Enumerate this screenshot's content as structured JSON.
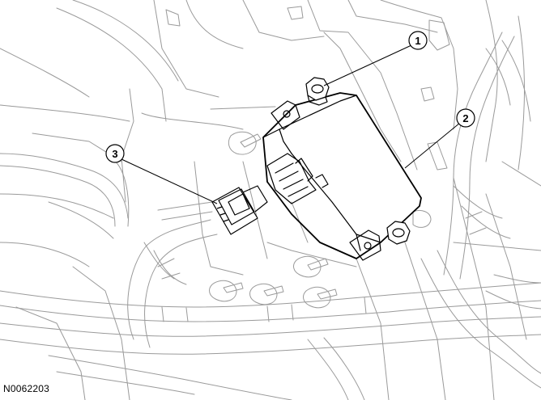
{
  "figure": {
    "id_label": "N0062203",
    "callouts": [
      {
        "number": "1",
        "target": "nut-upper"
      },
      {
        "number": "2",
        "target": "module-edge"
      },
      {
        "number": "3",
        "target": "electrical-connector"
      }
    ]
  },
  "colors": {
    "line_light": "#9a9a9a",
    "line_dark": "#000000",
    "background": "#ffffff"
  }
}
